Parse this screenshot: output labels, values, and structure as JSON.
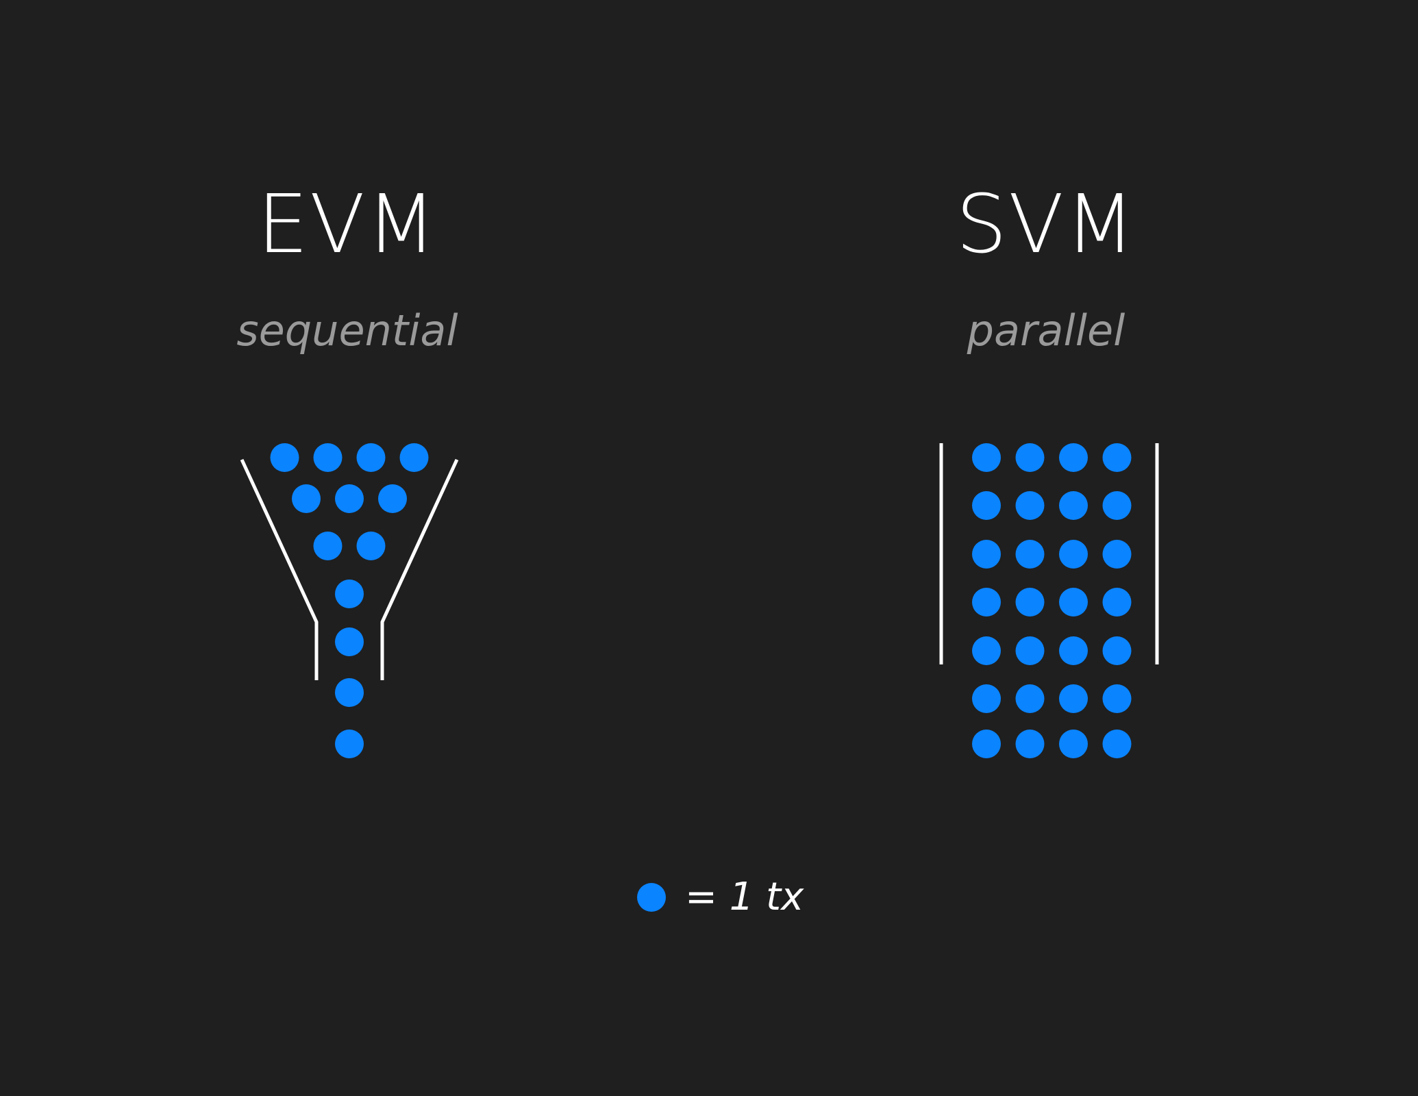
{
  "colors": {
    "background": "#1f1f1f",
    "tx_dot": "#0a84ff",
    "lines": "#ffffff",
    "title": "#ffffff",
    "subtitle": "#9a9a9a"
  },
  "evm": {
    "title": "EVM",
    "subtitle": "sequential",
    "dot_rows": [
      4,
      3,
      2,
      1,
      1,
      1,
      1
    ]
  },
  "svm": {
    "title": "SVM",
    "subtitle": "parallel",
    "columns": 4,
    "rows": 7
  },
  "legend": {
    "label": "= 1 tx",
    "icon": "tx-dot-icon"
  }
}
